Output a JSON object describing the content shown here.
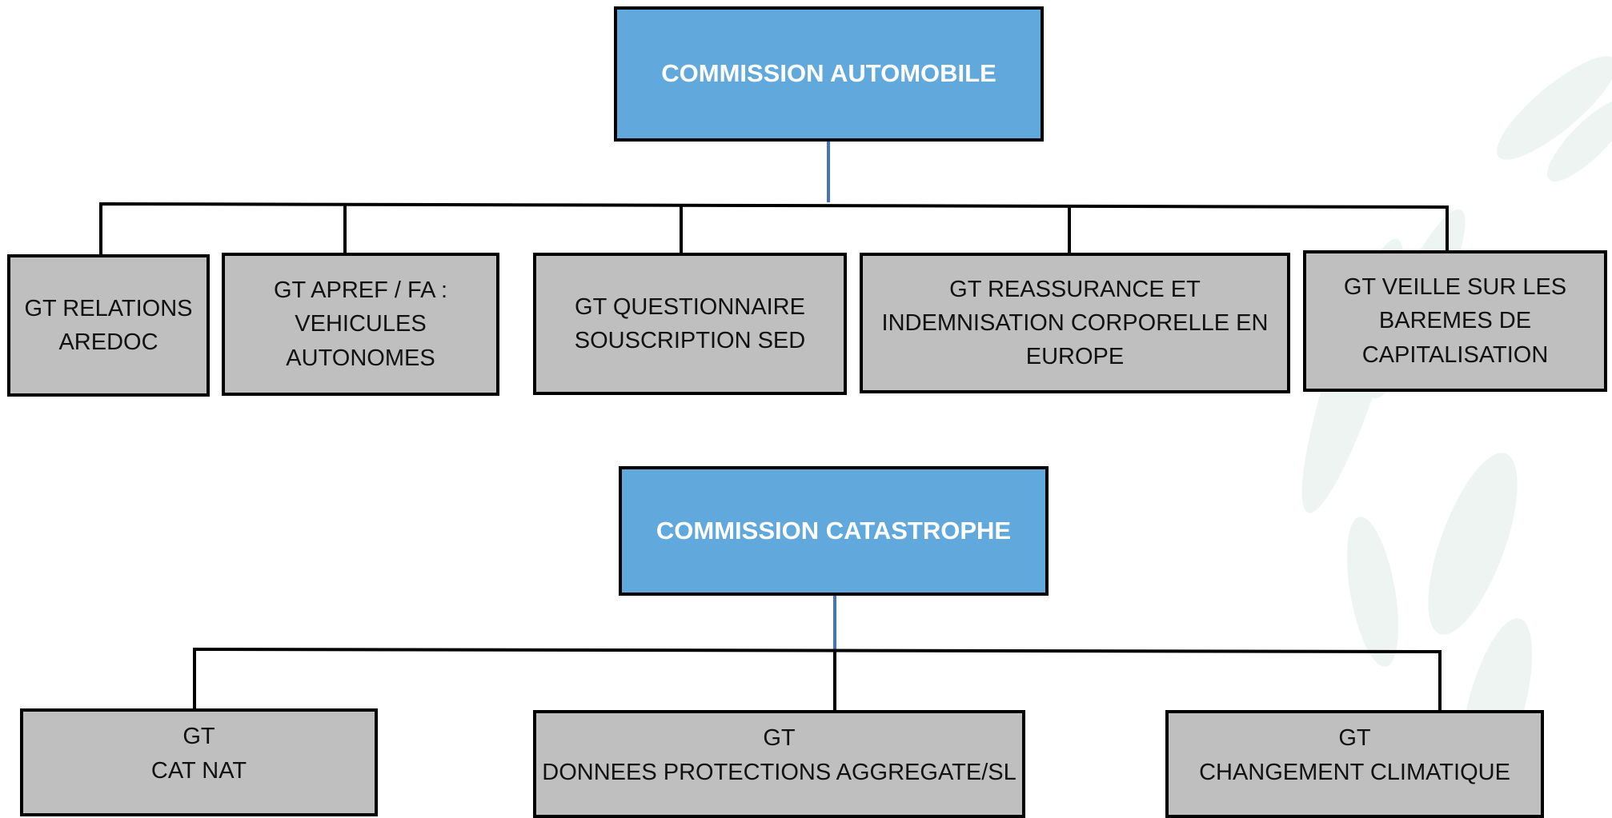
{
  "commissions": [
    {
      "title": "COMMISSION AUTOMOBILE",
      "groups": [
        {
          "lines": [
            "GT RELATIONS",
            "AREDOC"
          ]
        },
        {
          "lines": [
            "GT APREF / FA :",
            "VEHICULES",
            "AUTONOMES"
          ]
        },
        {
          "lines": [
            "GT QUESTIONNAIRE",
            "SOUSCRIPTION SED"
          ]
        },
        {
          "lines": [
            "GT REASSURANCE ET",
            "INDEMNISATION CORPORELLE EN",
            "EUROPE"
          ]
        },
        {
          "lines": [
            "GT VEILLE SUR LES",
            "BAREMES DE",
            "CAPITALISATION"
          ]
        }
      ]
    },
    {
      "title": "COMMISSION CATASTROPHE",
      "groups": [
        {
          "lines": [
            "GT",
            "CAT NAT"
          ]
        },
        {
          "lines": [
            "GT",
            "DONNEES PROTECTIONS AGGREGATE/SL"
          ]
        },
        {
          "lines": [
            "GT",
            "CHANGEMENT CLIMATIQUE"
          ]
        }
      ]
    }
  ],
  "colors": {
    "header_fill": "#61a8dd",
    "group_fill": "#bfbfbf",
    "connector_blue": "#4472c4"
  }
}
